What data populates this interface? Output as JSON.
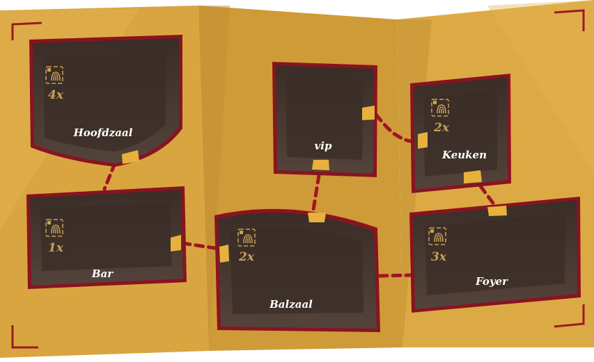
{
  "colors": {
    "board": "#d9a540",
    "board_dark": "#c99235",
    "board_light": "#e2b24e",
    "room_fill": "#4a3a33",
    "room_frame": "#8a1320",
    "door": "#e8b13e",
    "path": "#a01424",
    "icon": "#c9a058"
  },
  "rooms": [
    {
      "id": "hoofdzaal",
      "label": "Hoofdzaal",
      "count": "4x",
      "icon": "fingerprint-qr-icon"
    },
    {
      "id": "bar",
      "label": "Bar",
      "count": "1x",
      "icon": "fingerprint-qr-icon"
    },
    {
      "id": "balzaal",
      "label": "Balzaal",
      "count": "2x",
      "icon": "fingerprint-qr-icon"
    },
    {
      "id": "vip",
      "label": "vip",
      "count": "",
      "icon": ""
    },
    {
      "id": "keuken",
      "label": "Keuken",
      "count": "2x",
      "icon": "fingerprint-qr-icon"
    },
    {
      "id": "foyer",
      "label": "Foyer",
      "count": "3x",
      "icon": "fingerprint-qr-icon"
    }
  ],
  "connections": [
    [
      "hoofdzaal",
      "bar"
    ],
    [
      "bar",
      "balzaal"
    ],
    [
      "balzaal",
      "vip"
    ],
    [
      "balzaal",
      "foyer"
    ],
    [
      "vip",
      "keuken"
    ],
    [
      "keuken",
      "foyer"
    ]
  ]
}
